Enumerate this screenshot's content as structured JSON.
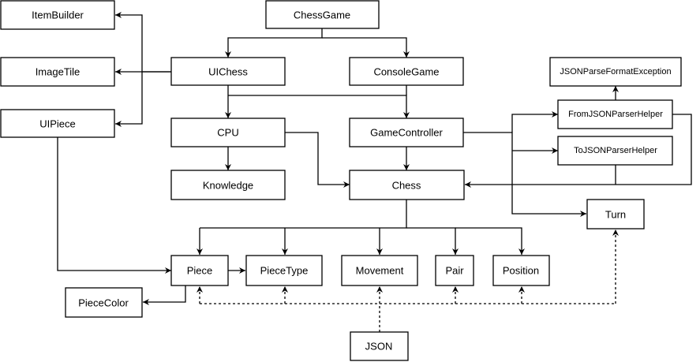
{
  "nodes": {
    "chessgame": "ChessGame",
    "itembuilder": "ItemBuilder",
    "imagetile": "ImageTile",
    "uipiece": "UIPiece",
    "uichess": "UIChess",
    "consolegame": "ConsoleGame",
    "cpu": "CPU",
    "knowledge": "Knowledge",
    "gamecontroller": "GameController",
    "chess": "Chess",
    "json_parse_format_exception": "JSONParseFormatException",
    "from_json_parser_helper": "FromJSONParserHelper",
    "to_json_parser_helper": "ToJSONParserHelper",
    "turn": "Turn",
    "piece": "Piece",
    "piecetype": "PieceType",
    "movement": "Movement",
    "pair": "Pair",
    "position": "Position",
    "piececolor": "PieceColor",
    "json": "JSON"
  },
  "colors": {
    "stroke": "#000000",
    "background": "#ffffff"
  }
}
